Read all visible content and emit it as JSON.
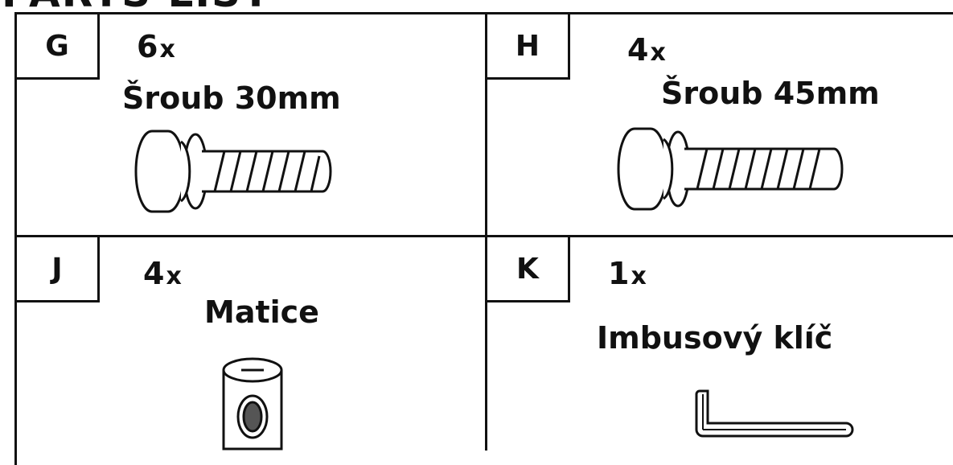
{
  "header": {
    "partial_title": "PARTS LIST"
  },
  "parts": [
    {
      "letter": "G",
      "count": "6",
      "x": "x",
      "name": "Šroub 30mm",
      "icon": "bolt-30mm-icon"
    },
    {
      "letter": "H",
      "count": "4",
      "x": "x",
      "name": "Šroub 45mm",
      "icon": "bolt-45mm-icon"
    },
    {
      "letter": "J",
      "count": "4",
      "x": "x",
      "name": "Matice",
      "icon": "barrel-nut-icon"
    },
    {
      "letter": "K",
      "count": "1",
      "x": "x",
      "name": "Imbusový klíč",
      "icon": "allen-key-icon"
    }
  ]
}
